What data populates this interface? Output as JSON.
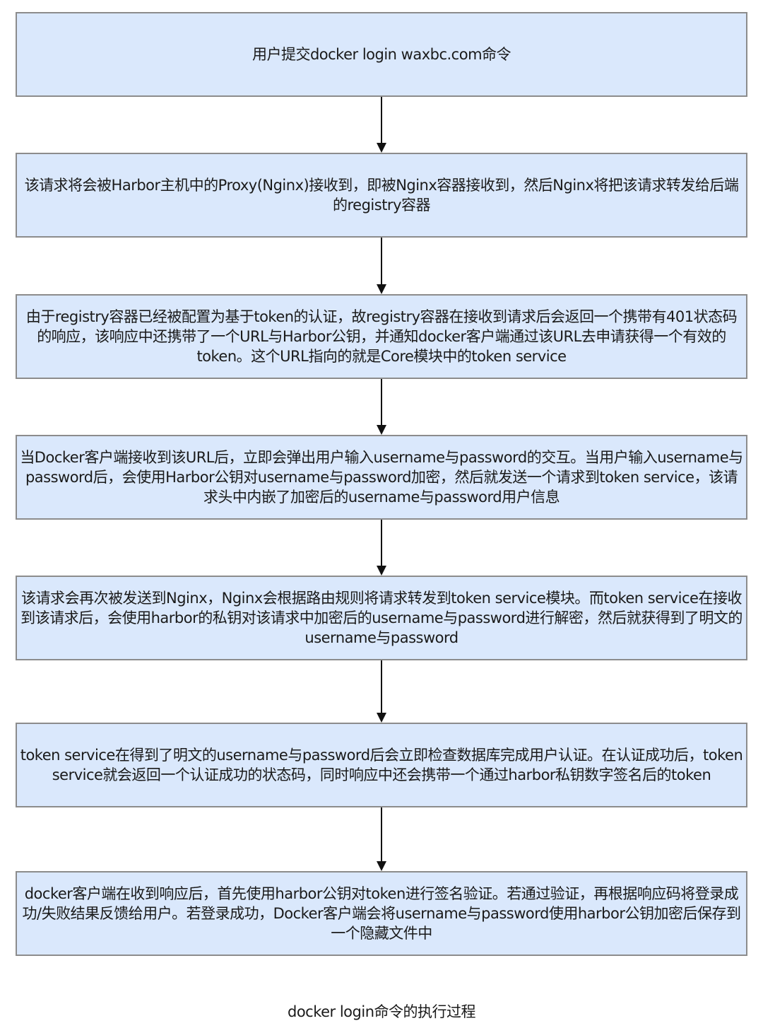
{
  "steps": [
    {
      "text": "用户提交docker login waxbc.com命令"
    },
    {
      "text": "该请求将会被Harbor主机中的Proxy(Nginx)接收到，即被Nginx容器接收到，然后Nginx将把该请求转发给后端的registry容器"
    },
    {
      "text": "由于registry容器已经被配置为基于token的认证，故registry容器在接收到请求后会返回一个携带有401状态码的响应，该响应中还携带了一个URL与Harbor公钥，并通知docker客户端通过该URL去申请获得一个有效的token。这个URL指向的就是Core模块中的token service"
    },
    {
      "text": "当Docker客户端接收到该URL后，立即会弹出用户输入username与password的交互。当用户输入username与password后，会使用Harbor公钥对username与password加密，然后就发送一个请求到token service，该请求头中内嵌了加密后的username与password用户信息"
    },
    {
      "text": "该请求会再次被发送到Nginx，Nginx会根据路由规则将请求转发到token service模块。而token service在接收到该请求后，会使用harbor的私钥对该请求中加密后的username与password进行解密，然后就获得到了明文的username与password"
    },
    {
      "text": "token service在得到了明文的username与password后会立即检查数据库完成用户认证。在认证成功后，token service就会返回一个认证成功的状态码，同时响应中还会携带一个通过harbor私钥数字签名后的token"
    },
    {
      "text": "docker客户端在收到响应后，首先使用harbor公钥对token进行签名验证。若通过验证，再根据响应码将登录成功/失败结果反馈给用户。若登录成功，Docker客户端会将username与password使用harbor公钥加密后保存到一个隐藏文件中"
    }
  ],
  "caption": "docker login命令的执行过程",
  "colors": {
    "box_fill": "#dae8fc",
    "box_border": "#8c8c8c",
    "arrow": "#111111"
  }
}
